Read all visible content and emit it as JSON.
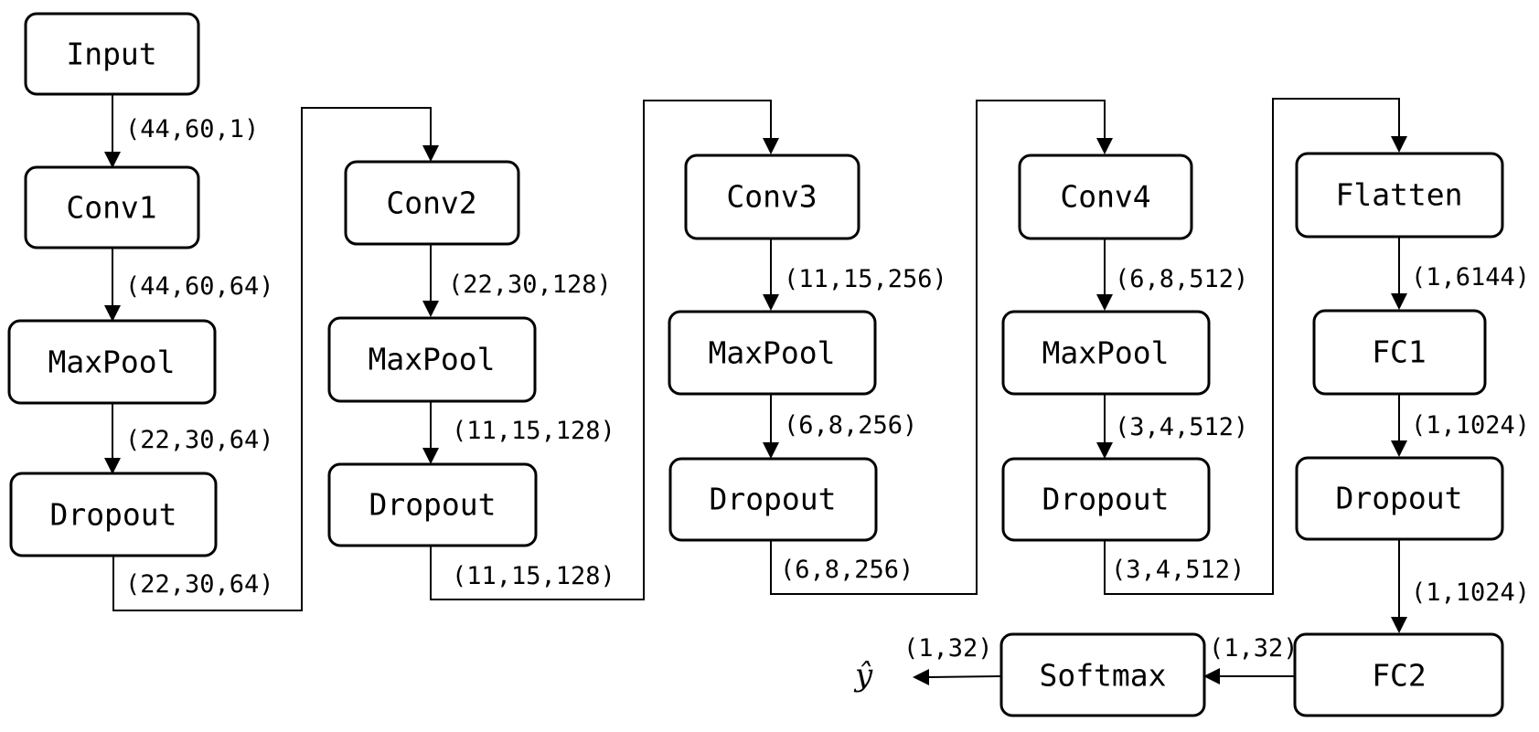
{
  "nodes": {
    "input": "Input",
    "conv1": "Conv1",
    "maxpool1": "MaxPool",
    "dropout1": "Dropout",
    "conv2": "Conv2",
    "maxpool2": "MaxPool",
    "dropout2": "Dropout",
    "conv3": "Conv3",
    "maxpool3": "MaxPool",
    "dropout3": "Dropout",
    "conv4": "Conv4",
    "maxpool4": "MaxPool",
    "dropout4": "Dropout",
    "flatten": "Flatten",
    "fc1": "FC1",
    "dropout5": "Dropout",
    "fc2": "FC2",
    "softmax": "Softmax"
  },
  "shapes": {
    "input_conv1": "(44,60,1)",
    "conv1_maxpool1": "(44,60,64)",
    "maxpool1_dropout1": "(22,30,64)",
    "dropout1_out": "(22,30,64)",
    "conv2_maxpool2": "(22,30,128)",
    "maxpool2_dropout2": "(11,15,128)",
    "dropout2_out": "(11,15,128)",
    "conv3_maxpool3": "(11,15,256)",
    "maxpool3_dropout3": "(6,8,256)",
    "dropout3_out": "(6,8,256)",
    "conv4_maxpool4": "(6,8,512)",
    "maxpool4_dropout4": "(3,4,512)",
    "dropout4_out": "(3,4,512)",
    "flatten_fc1": "(1,6144)",
    "fc1_dropout5": "(1,1024)",
    "dropout5_fc2": "(1,1024)",
    "fc2_softmax": "(1,32)",
    "softmax_out": "(1,32)"
  },
  "output": {
    "label": "ŷ"
  }
}
